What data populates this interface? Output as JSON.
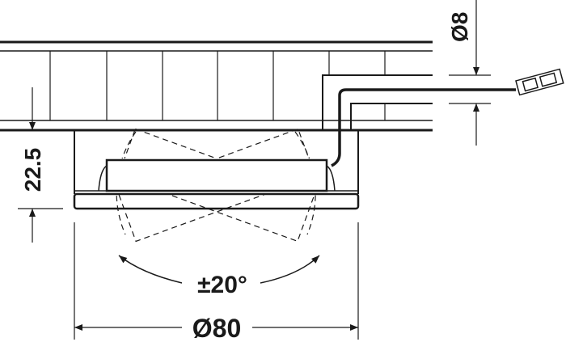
{
  "dimensions": {
    "cable_diameter": "Ø8",
    "mount_depth": "22.5",
    "tilt_angle": "±20°",
    "outer_diameter": "Ø80"
  },
  "colors": {
    "line": "#1a1a1a",
    "background": "#ffffff"
  }
}
